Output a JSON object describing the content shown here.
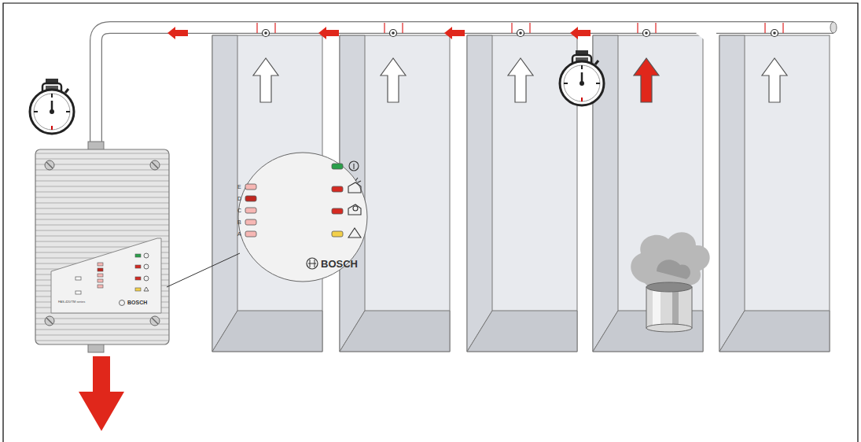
{
  "diagram": {
    "labels": [
      "E",
      "D",
      "C",
      "B",
      "A",
      "BOSCH",
      "BOSCH",
      "FAS-420/TM series"
    ]
  }
}
